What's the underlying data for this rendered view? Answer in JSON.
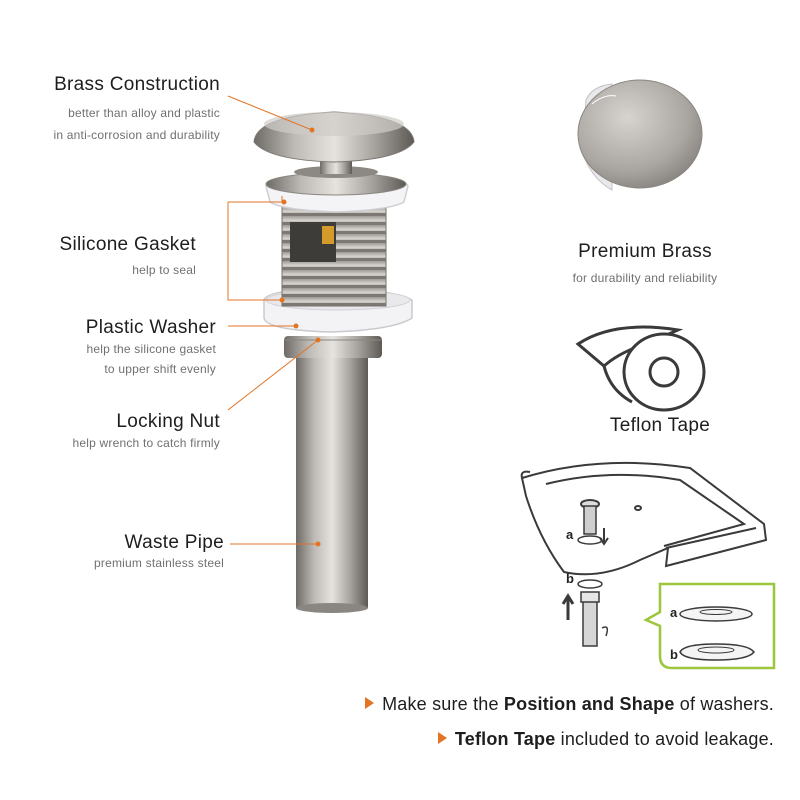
{
  "accent_color": "#e27424",
  "callouts": [
    {
      "title": "Brass Construction",
      "lines": [
        "better than alloy and plastic",
        "in anti-corrosion and durability"
      ]
    },
    {
      "title": "Silicone Gasket",
      "lines": [
        "help to seal"
      ]
    },
    {
      "title": "Plastic Washer",
      "lines": [
        "help the silicone gasket",
        "to upper shift evenly"
      ]
    },
    {
      "title": "Locking Nut",
      "lines": [
        "help wrench to catch firmly"
      ]
    },
    {
      "title": "Waste Pipe",
      "lines": [
        "premium stainless steel"
      ]
    }
  ],
  "cap": {
    "title": "Premium Brass",
    "subtitle": "for durability and reliability"
  },
  "tape": {
    "title": "Teflon Tape"
  },
  "install_labels": {
    "a": "a",
    "b": "b"
  },
  "notes": [
    {
      "pre": "Make sure the ",
      "bold": "Position and Shape",
      "post": " of washers."
    },
    {
      "pre": "",
      "bold": "Teflon Tape",
      "post": " included to avoid leakage."
    }
  ],
  "icons": [
    "triangle-bullet-icon",
    "up-arrow-icon",
    "down-arrow-icon",
    "rotate-icon"
  ]
}
